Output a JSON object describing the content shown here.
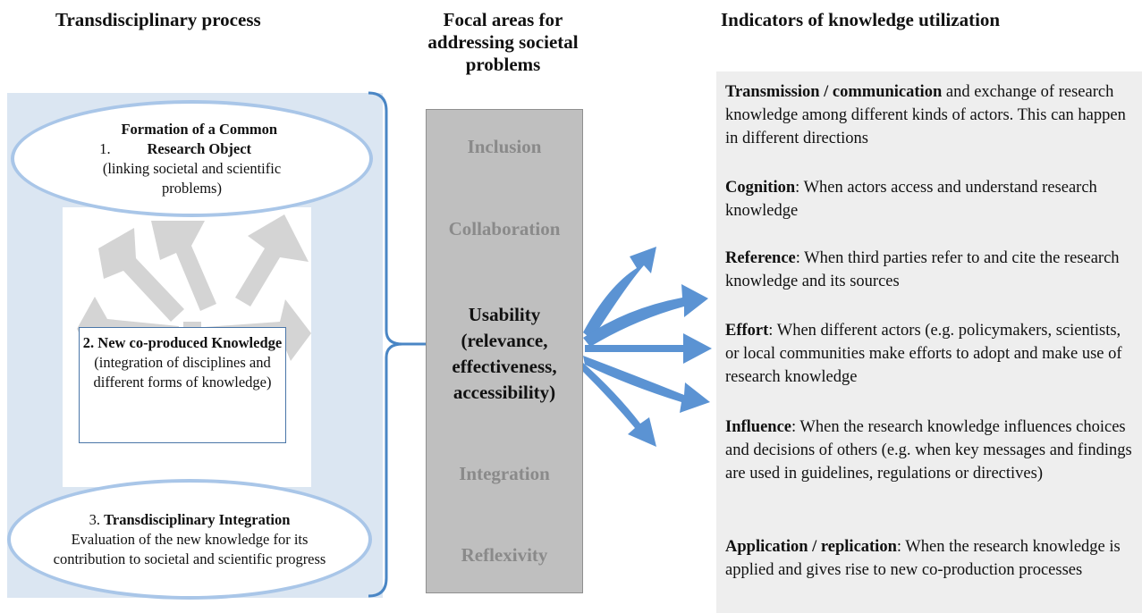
{
  "headings": {
    "left": "Transdisciplinary process",
    "middle": "Focal areas for addressing societal problems",
    "right": "Indicators of knowledge utilization"
  },
  "process": {
    "step1": {
      "number": "1. ",
      "title": "Formation of a Common Research Object",
      "desc": "(linking societal and scientific problems)"
    },
    "step2": {
      "number": "2. ",
      "title": "New co-produced Knowledge",
      "desc": "(integration of disciplines and different forms of knowledge)"
    },
    "step3": {
      "number": "3. ",
      "title": "Transdisciplinary Integration",
      "desc": "Evaluation of the new knowledge for its contribution to societal and scientific progress"
    }
  },
  "focal_areas": {
    "inclusion": "Inclusion",
    "collaboration": "Collaboration",
    "usability_title": "Usability",
    "usability_desc": "(relevance, effectiveness, accessibility)",
    "integration": "Integration",
    "reflexivity": "Reflexivity"
  },
  "indicators": [
    {
      "term": "Transmission / communication",
      "text": " and exchange of research knowledge among different kinds of actors. This can happen in different directions"
    },
    {
      "term": "Cognition",
      "text": ": When actors access and understand research knowledge"
    },
    {
      "term": "Reference",
      "text": ": When third parties refer to and cite the research knowledge and its sources"
    },
    {
      "term": "Effort",
      "text": ": When different actors (e.g. policymakers, scientists, or local communities make efforts to adopt and make use of research knowledge"
    },
    {
      "term": "Influence",
      "text": ": When the research knowledge influences choices and decisions of others (e.g. when key messages and findings are used in guidelines, regulations or directives)"
    },
    {
      "term": "Application / replication",
      "text": ": When the research knowledge is applied and gives rise to new co-production processes"
    }
  ],
  "colors": {
    "left_panel": "#dbe6f2",
    "oval_border": "#a9c6e8",
    "bracket": "#4a86c5",
    "grey_arrows": "#d4d4d4",
    "middle_box": "#bfbfbf",
    "focal_inactive_text": "#8a8a8a",
    "blue_arrows": "#5b93d3",
    "right_panel": "#eeeeee"
  }
}
